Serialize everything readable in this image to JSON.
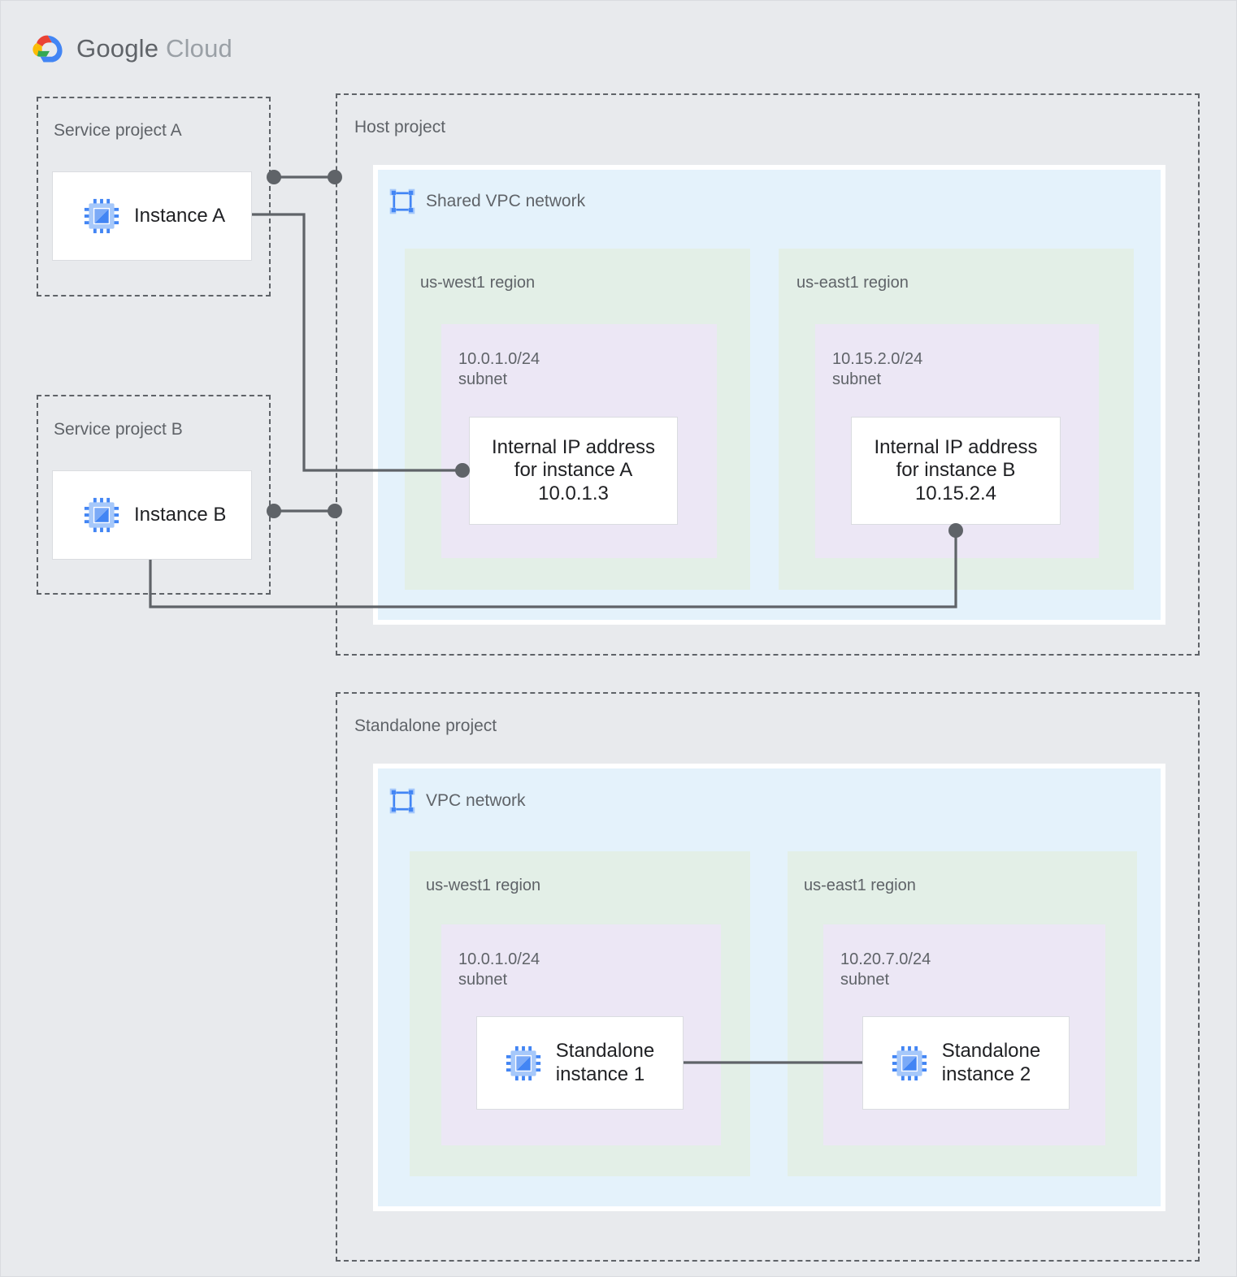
{
  "brand": {
    "logo_icon": "google-cloud-logo-icon",
    "name_primary": "Google",
    "name_secondary": "Cloud"
  },
  "colors": {
    "page_background": "#e8eaed",
    "vpc_network": "#e4f2fb",
    "region": "#e3efe7",
    "subnet": "#ece7f5",
    "node": "#ffffff",
    "connector": "#5f6368",
    "label_text": "#5f6368",
    "node_text": "#202124",
    "accent_blue": "#4285f4",
    "accent_red": "#ea4335",
    "accent_yellow": "#fbbc04",
    "accent_green": "#34a853"
  },
  "projects": [
    {
      "id": "service-project-a",
      "label": "Service project A",
      "instances": [
        {
          "id": "instance-a",
          "label": "Instance A",
          "icon": "compute-engine-chip-icon"
        }
      ]
    },
    {
      "id": "service-project-b",
      "label": "Service project B",
      "instances": [
        {
          "id": "instance-b",
          "label": "Instance B",
          "icon": "compute-engine-chip-icon"
        }
      ]
    },
    {
      "id": "host-project",
      "label": "Host project",
      "network": {
        "id": "shared-vpc-network",
        "label": "Shared VPC network",
        "icon": "vpc-network-icon",
        "regions": [
          {
            "id": "host-us-west1",
            "label": "us-west1 region",
            "subnets": [
              {
                "id": "host-subnet-10-0-1-0",
                "cidr": "10.0.1.0/24",
                "kind": "subnet",
                "label": "10.0.1.0/24\nsubnet",
                "node": {
                  "id": "internal-ip-instance-a",
                  "label": "Internal IP address\nfor instance A\n10.0.1.3",
                  "ip": "10.0.1.3"
                }
              }
            ]
          },
          {
            "id": "host-us-east1",
            "label": "us-east1 region",
            "subnets": [
              {
                "id": "host-subnet-10-15-2-0",
                "cidr": "10.15.2.0/24",
                "kind": "subnet",
                "label": "10.15.2.0/24\nsubnet",
                "node": {
                  "id": "internal-ip-instance-b",
                  "label": "Internal IP address\nfor instance B\n10.15.2.4",
                  "ip": "10.15.2.4"
                }
              }
            ]
          }
        ]
      }
    },
    {
      "id": "standalone-project",
      "label": "Standalone project",
      "network": {
        "id": "vpc-network",
        "label": "VPC network",
        "icon": "vpc-network-icon",
        "regions": [
          {
            "id": "standalone-us-west1",
            "label": "us-west1 region",
            "subnets": [
              {
                "id": "standalone-subnet-10-0-1-0",
                "cidr": "10.0.1.0/24",
                "kind": "subnet",
                "label": "10.0.1.0/24\nsubnet",
                "node": {
                  "id": "standalone-instance-1",
                  "label": "Standalone\ninstance 1",
                  "icon": "compute-engine-chip-icon"
                }
              }
            ]
          },
          {
            "id": "standalone-us-east1",
            "label": "us-east1 region",
            "subnets": [
              {
                "id": "standalone-subnet-10-20-7-0",
                "cidr": "10.20.7.0/24",
                "kind": "subnet",
                "label": "10.20.7.0/24\nsubnet",
                "node": {
                  "id": "standalone-instance-2",
                  "label": "Standalone\ninstance 2",
                  "icon": "compute-engine-chip-icon"
                }
              }
            ]
          }
        ]
      }
    }
  ],
  "connections": [
    {
      "id": "conn-instance-a-boundary",
      "from": "instance-a",
      "to": "host-project",
      "style": "dot-line-dot"
    },
    {
      "id": "conn-instance-a-ip",
      "from": "instance-a",
      "to": "internal-ip-instance-a",
      "style": "line-dot"
    },
    {
      "id": "conn-instance-b-boundary",
      "from": "instance-b",
      "to": "host-project",
      "style": "dot-line-dot"
    },
    {
      "id": "conn-instance-b-ip",
      "from": "instance-b",
      "to": "internal-ip-instance-b",
      "style": "line-dot"
    },
    {
      "id": "conn-standalone-1-2",
      "from": "standalone-instance-1",
      "to": "standalone-instance-2",
      "style": "line"
    }
  ]
}
